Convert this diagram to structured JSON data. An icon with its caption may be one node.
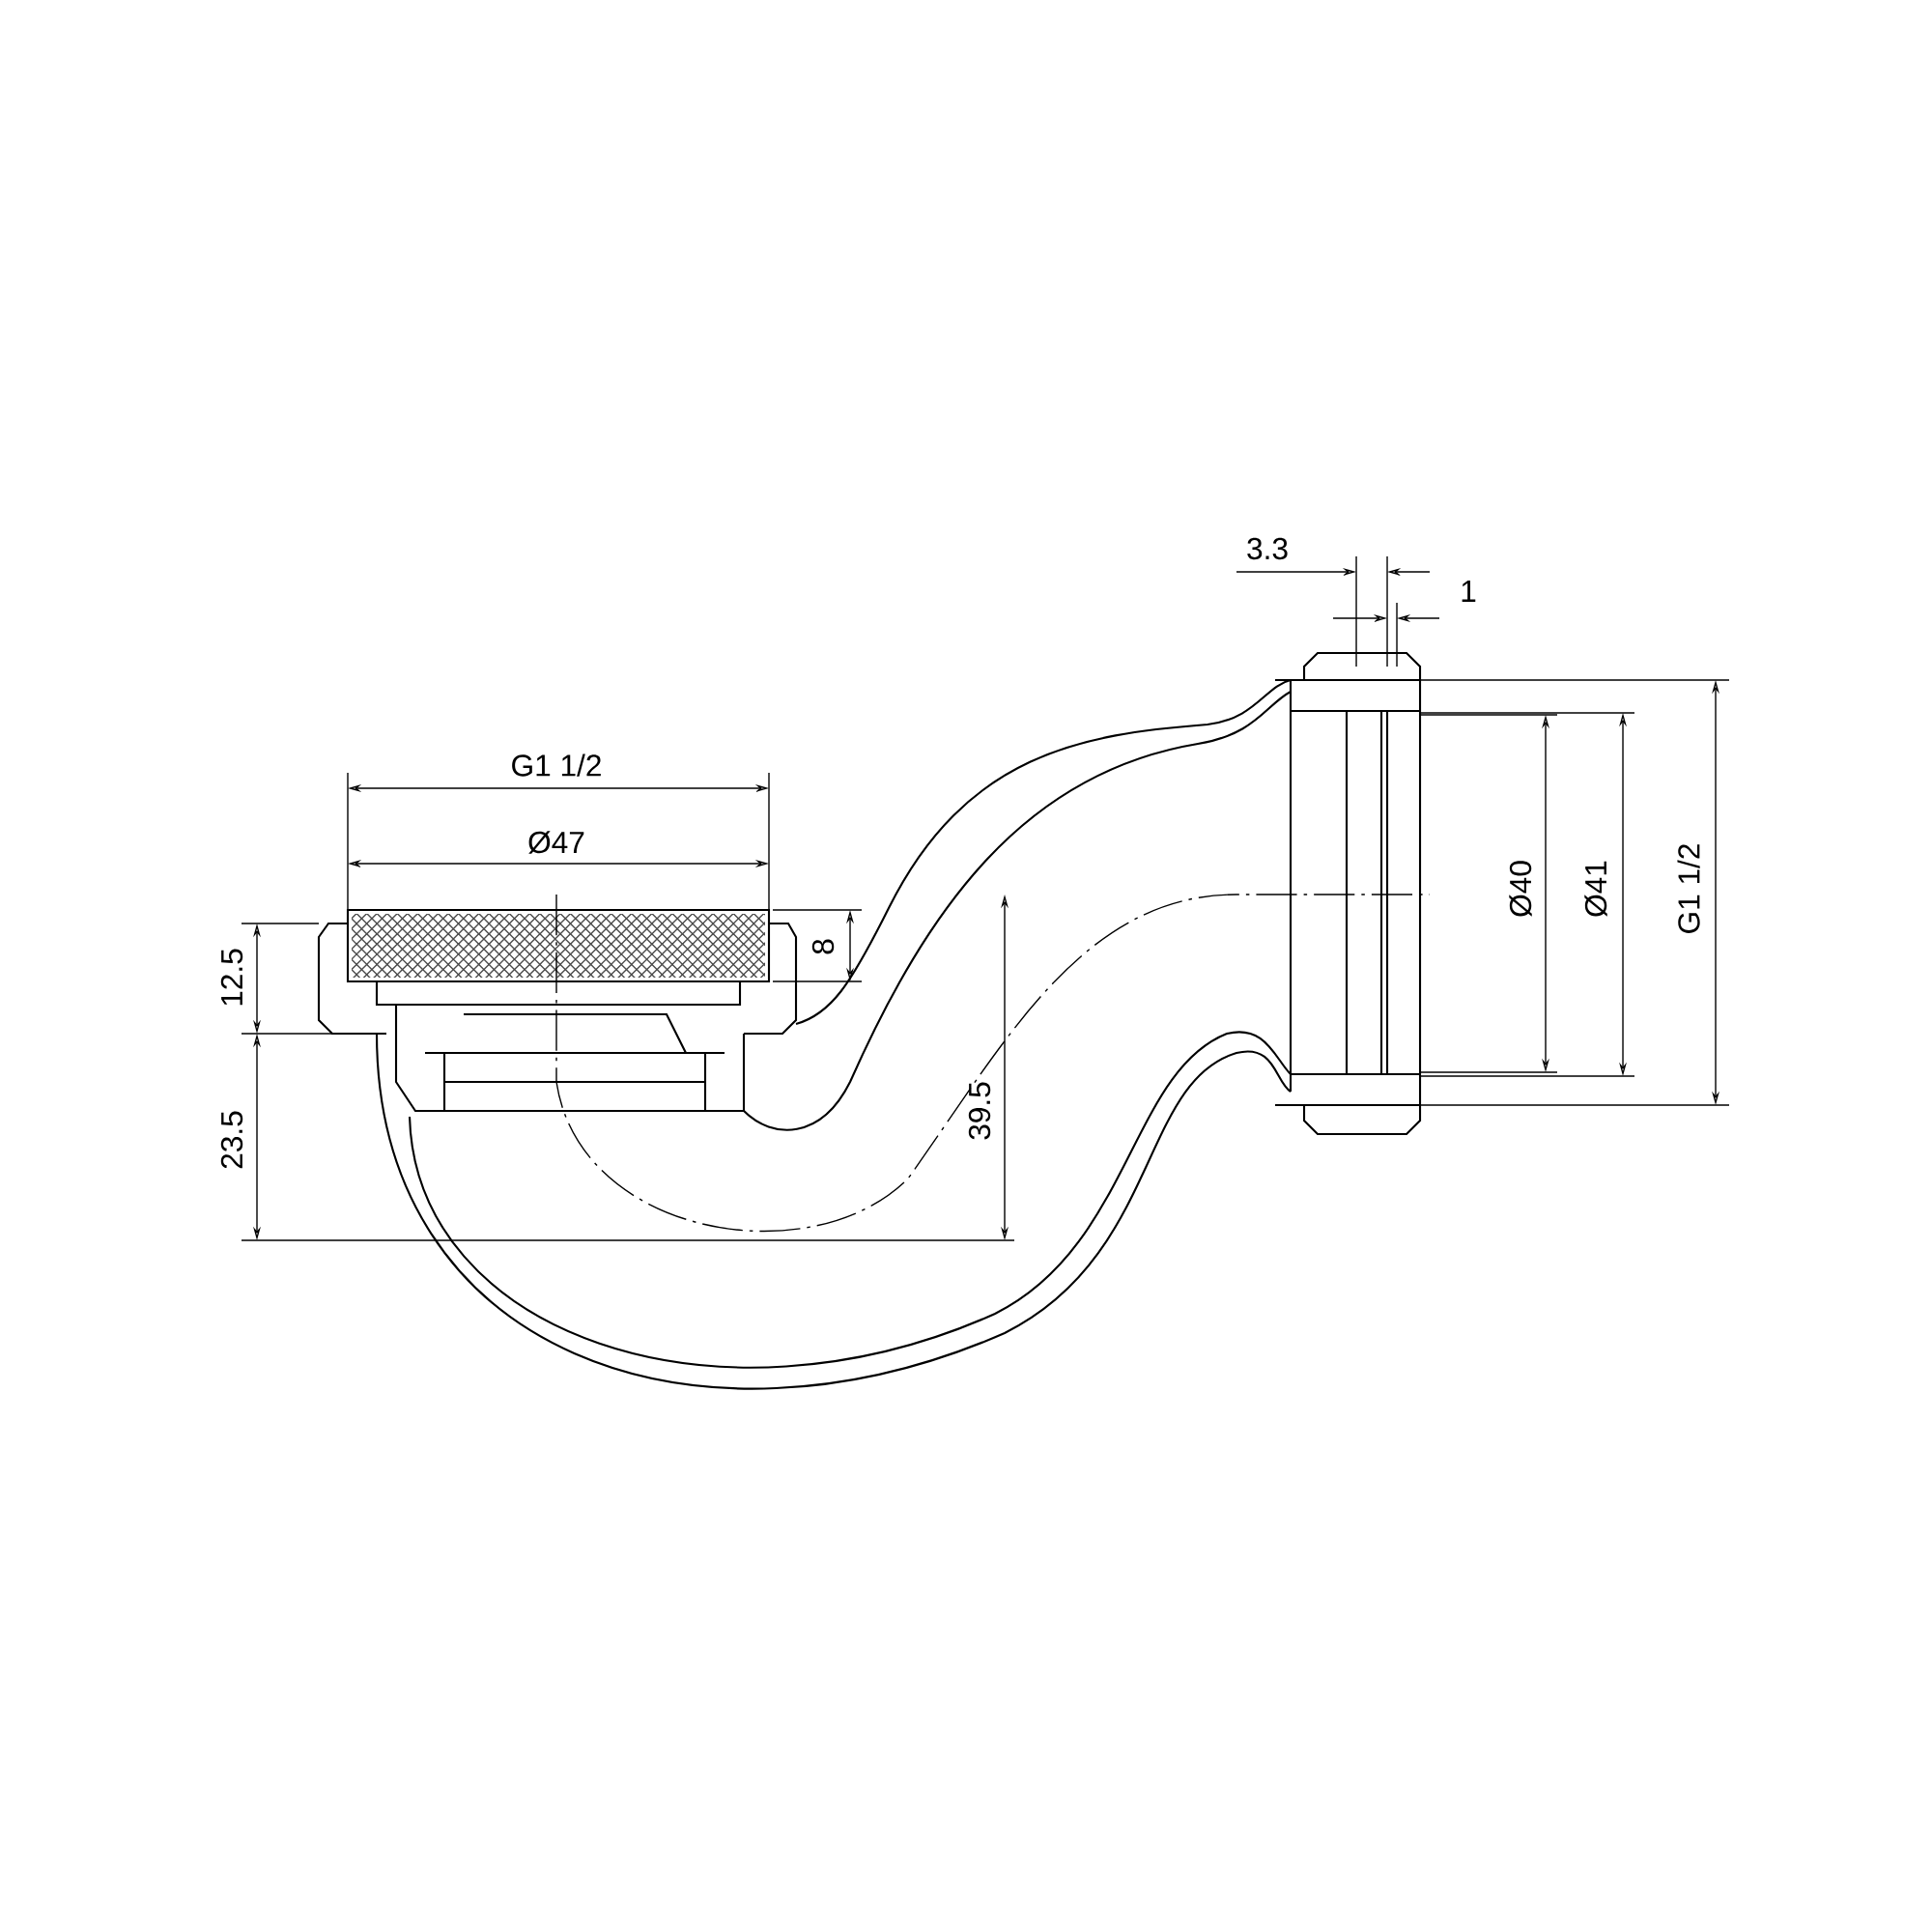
{
  "diagram": {
    "labels": [
      "3.3",
      "1",
      "G1 1/2",
      "Ø47",
      "12.5",
      "8",
      "23.5",
      "39.5",
      "Ø40",
      "Ø41",
      "G1 1/2"
    ]
  }
}
